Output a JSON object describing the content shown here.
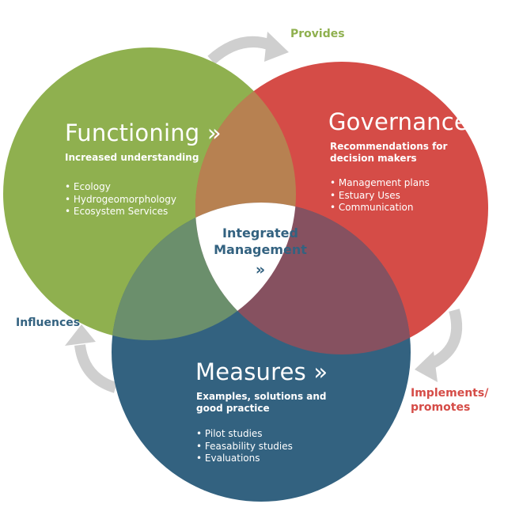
{
  "colors": {
    "functioning": "#8fb04f",
    "governance": "#d54c47",
    "measures": "#336280",
    "overlap_fg": "#b78151",
    "overlap_fm": "#6b8f6c",
    "overlap_gm": "#865160",
    "arrow": "#cfcfcf",
    "provides_label": "#8fb04f",
    "influences_label": "#336280",
    "implements_label": "#d54c47"
  },
  "center": {
    "line1": "Integrated",
    "line2": "Management",
    "arrow": "»"
  },
  "functioning": {
    "title": "Functioning »",
    "subtitle": "Increased understanding",
    "items": [
      "Ecology",
      "Hydrogeomorphology",
      "Ecosystem Services"
    ]
  },
  "governance": {
    "title": "Governance »",
    "subtitle_line1": "Recommendations for",
    "subtitle_line2": "decision makers",
    "items": [
      "Management plans",
      "Estuary Uses",
      "Communication"
    ]
  },
  "measures": {
    "title": "Measures »",
    "subtitle_line1": "Examples, solutions and",
    "subtitle_line2": "good practice",
    "items": [
      "Pilot studies",
      "Feasability studies",
      "Evaluations"
    ]
  },
  "relations": {
    "provides": "Provides",
    "influences": "Influences",
    "implements_line1": "Implements/",
    "implements_line2": "promotes"
  }
}
